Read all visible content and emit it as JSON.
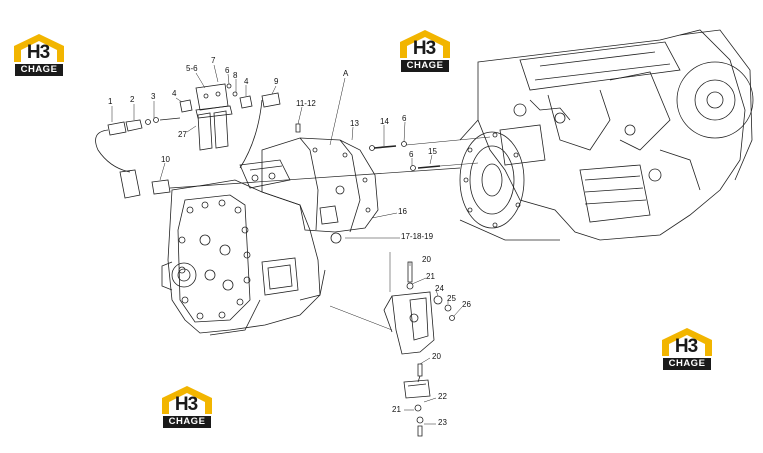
{
  "watermark": {
    "badge_text": "H3",
    "plate_text": "CHAGE",
    "accent_color": "#F2B500",
    "dark_color": "#1A1A1A"
  },
  "callouts": [
    {
      "id": "c1",
      "text": "1"
    },
    {
      "id": "c2",
      "text": "2"
    },
    {
      "id": "c3",
      "text": "3"
    },
    {
      "id": "c4a",
      "text": "4"
    },
    {
      "id": "c56",
      "text": "5-6"
    },
    {
      "id": "c7",
      "text": "7"
    },
    {
      "id": "c6a",
      "text": "6"
    },
    {
      "id": "c8",
      "text": "8"
    },
    {
      "id": "c4b",
      "text": "4"
    },
    {
      "id": "c9",
      "text": "9"
    },
    {
      "id": "c27",
      "text": "27"
    },
    {
      "id": "c10",
      "text": "10"
    },
    {
      "id": "c1112",
      "text": "11-12"
    },
    {
      "id": "cA",
      "text": "A"
    },
    {
      "id": "c13",
      "text": "13"
    },
    {
      "id": "c14",
      "text": "14"
    },
    {
      "id": "c6b",
      "text": "6"
    },
    {
      "id": "c6c",
      "text": "6"
    },
    {
      "id": "c15",
      "text": "15"
    },
    {
      "id": "c16",
      "text": "16"
    },
    {
      "id": "c171819",
      "text": "17-18-19"
    },
    {
      "id": "c20a",
      "text": "20"
    },
    {
      "id": "c21a",
      "text": "21"
    },
    {
      "id": "c24",
      "text": "24"
    },
    {
      "id": "c25",
      "text": "25"
    },
    {
      "id": "c26",
      "text": "26"
    },
    {
      "id": "c20b",
      "text": "20"
    },
    {
      "id": "c22",
      "text": "22"
    },
    {
      "id": "c21b",
      "text": "21"
    },
    {
      "id": "c23",
      "text": "23"
    }
  ]
}
